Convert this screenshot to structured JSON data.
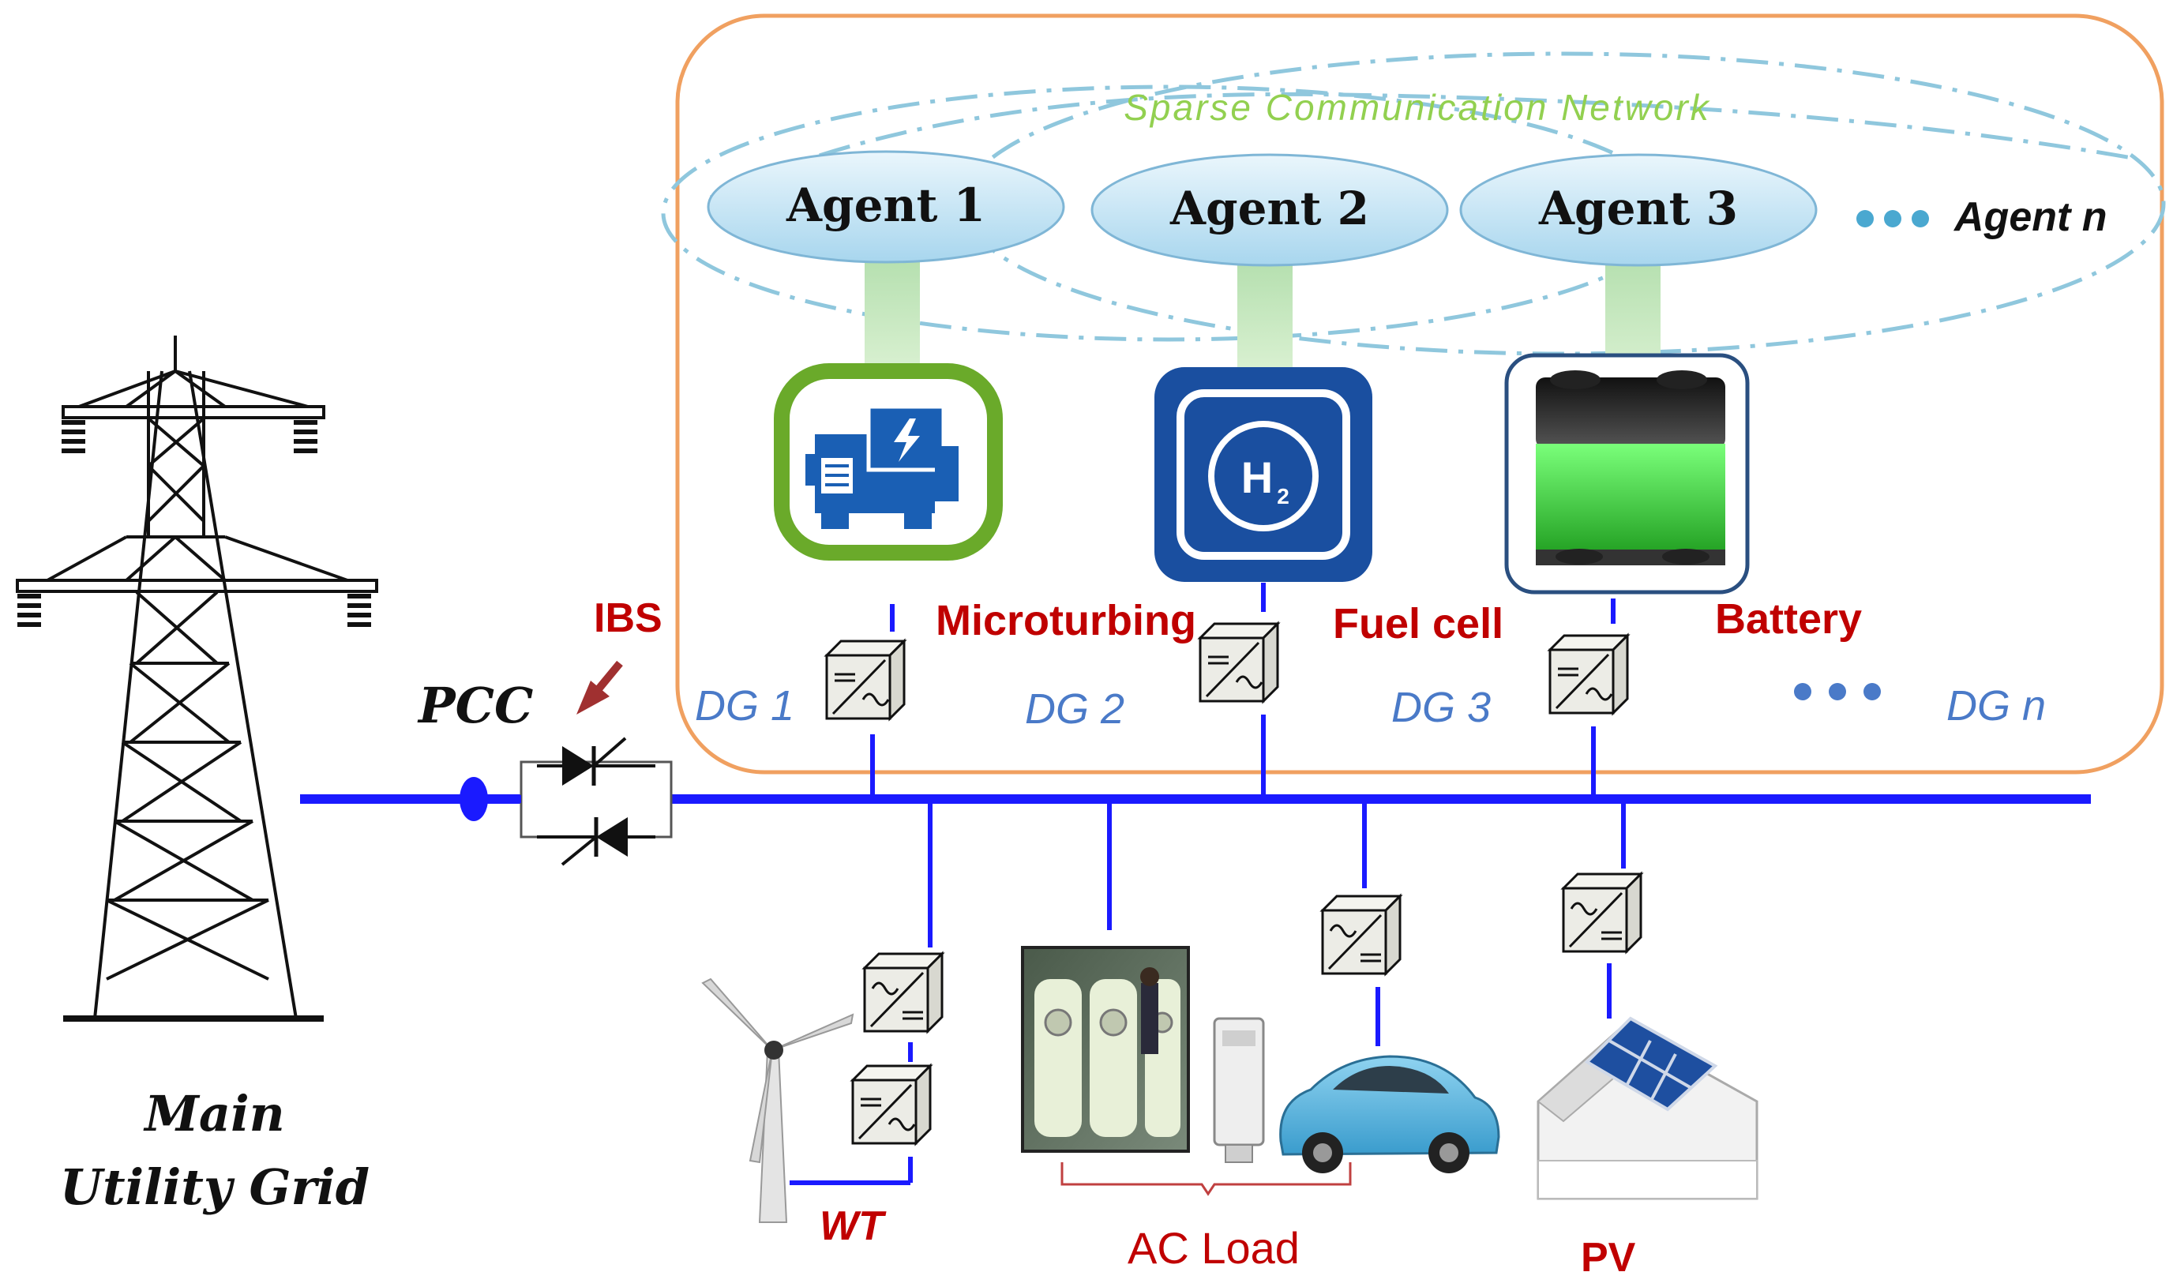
{
  "network_label": "Sparse Communication Network",
  "agents": [
    {
      "label": "Agent 1"
    },
    {
      "label": "Agent 2"
    },
    {
      "label": "Agent 3"
    }
  ],
  "agent_n": "Agent n",
  "units": [
    {
      "name": "Microturbing",
      "icon": "generator-icon",
      "dg": "DG 1"
    },
    {
      "name": "Fuel cell",
      "icon": "hydrogen-fuel-cell-icon",
      "dg": "DG 2"
    },
    {
      "name": "Battery",
      "icon": "battery-icon",
      "dg": "DG 3"
    }
  ],
  "dg_n": "DG n",
  "pcc_label": "PCC",
  "ibs_label": "IBS",
  "grid_label_line1": "Main",
  "grid_label_line2": "Utility Grid",
  "loads": {
    "wt": "WT",
    "ac_load": "AC Load",
    "pv": "PV"
  },
  "colors": {
    "bus": "#1a1aff",
    "microgrid_border": "#f0a060",
    "agent_fill": "#cfe8f5",
    "network_text": "#92d050",
    "dashed_network": "#8fc7dd",
    "red_label": "#c00000",
    "dg_label": "#4a7ac8",
    "generator_green": "#6aaa2a",
    "fuel_cell_blue": "#1a4fa0",
    "battery_green": "#3dcc3d"
  }
}
